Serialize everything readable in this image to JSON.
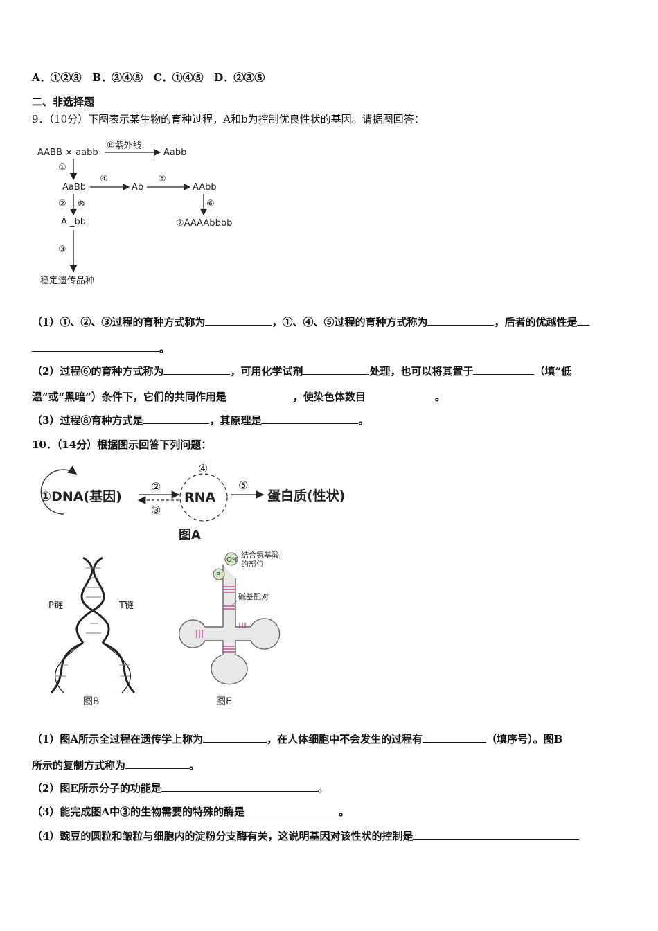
{
  "q8_options": [
    "A．①②③",
    "B．③④⑤",
    "C．①④⑤",
    "D．②③⑤"
  ],
  "section_title": "二、非选择题",
  "q9": {
    "stem": "9．（10分）下图表示某生物的育种过程，A和b为控制优良性状的基因。请据图回答：",
    "figure": {
      "cross": "AABB × aabb",
      "uv": "⑧紫外线",
      "aabb_result": "Aabb",
      "s1": "①",
      "f1": "AaBb",
      "s4": "④",
      "ab": "Ab",
      "s5": "⑤",
      "aabb2": "AAbb",
      "s2": "②",
      "selfing": "⊗",
      "a_bb": "A _bb",
      "s6": "⑥",
      "tetraploid": "⑦AAAAbbbb",
      "s3": "③",
      "stable": "稳定遗传品种"
    },
    "p1a": "（1）①、②、③过程的育种方式称为",
    "p1b": "，①、④、⑤过程的育种方式称为",
    "p1c": "，后者的优越性是",
    "p1d": "。",
    "p2a": "（2）过程⑥的育种方式称为",
    "p2b": "，可用化学试剂",
    "p2c": "处理，也可以将其置于",
    "p2d": "（填“低",
    "p2e": "温”或“黑暗”）条件下，它们的共同作用是",
    "p2f": "，使染色体数目",
    "p2g": "。",
    "p3a": "（3）过程⑧育种方式是",
    "p3b": "，其原理是",
    "p3c": "。"
  },
  "q10": {
    "stem": "10．（14分）根据图示回答下列问题：",
    "figA": {
      "dna": "①DNA(基因)",
      "s2": "②",
      "s3": "③",
      "rna": "RNA",
      "s4": "④",
      "s5": "⑤",
      "protein": "蛋白质(性状)",
      "caption": "图A"
    },
    "figB": {
      "p_chain": "P链",
      "t_chain": "T链",
      "caption": "图B"
    },
    "figE": {
      "oh": "OH",
      "p": "P",
      "aa_site": "结合氨基酸",
      "aa_site2": "的部位",
      "pairing": "碱基配对",
      "caption": "图E"
    },
    "p1a": "（1）图A所示全过程在遗传学上称为",
    "p1b": "，在人体细胞中不会发生的过程有",
    "p1c": "（填序号）。图B",
    "p1d": "所示的复制方式称为",
    "p1e": "。",
    "p2a": "（2）图E所示分子的功能是",
    "p2b": "。",
    "p3a": "（3）能完成图A中③的生物需要的特殊的酶是",
    "p3b": "。",
    "p4a": "（4）豌豆的圆粒和皱粒与细胞内的淀粉分支酶有关，这说明基因对该性状的控制是"
  }
}
